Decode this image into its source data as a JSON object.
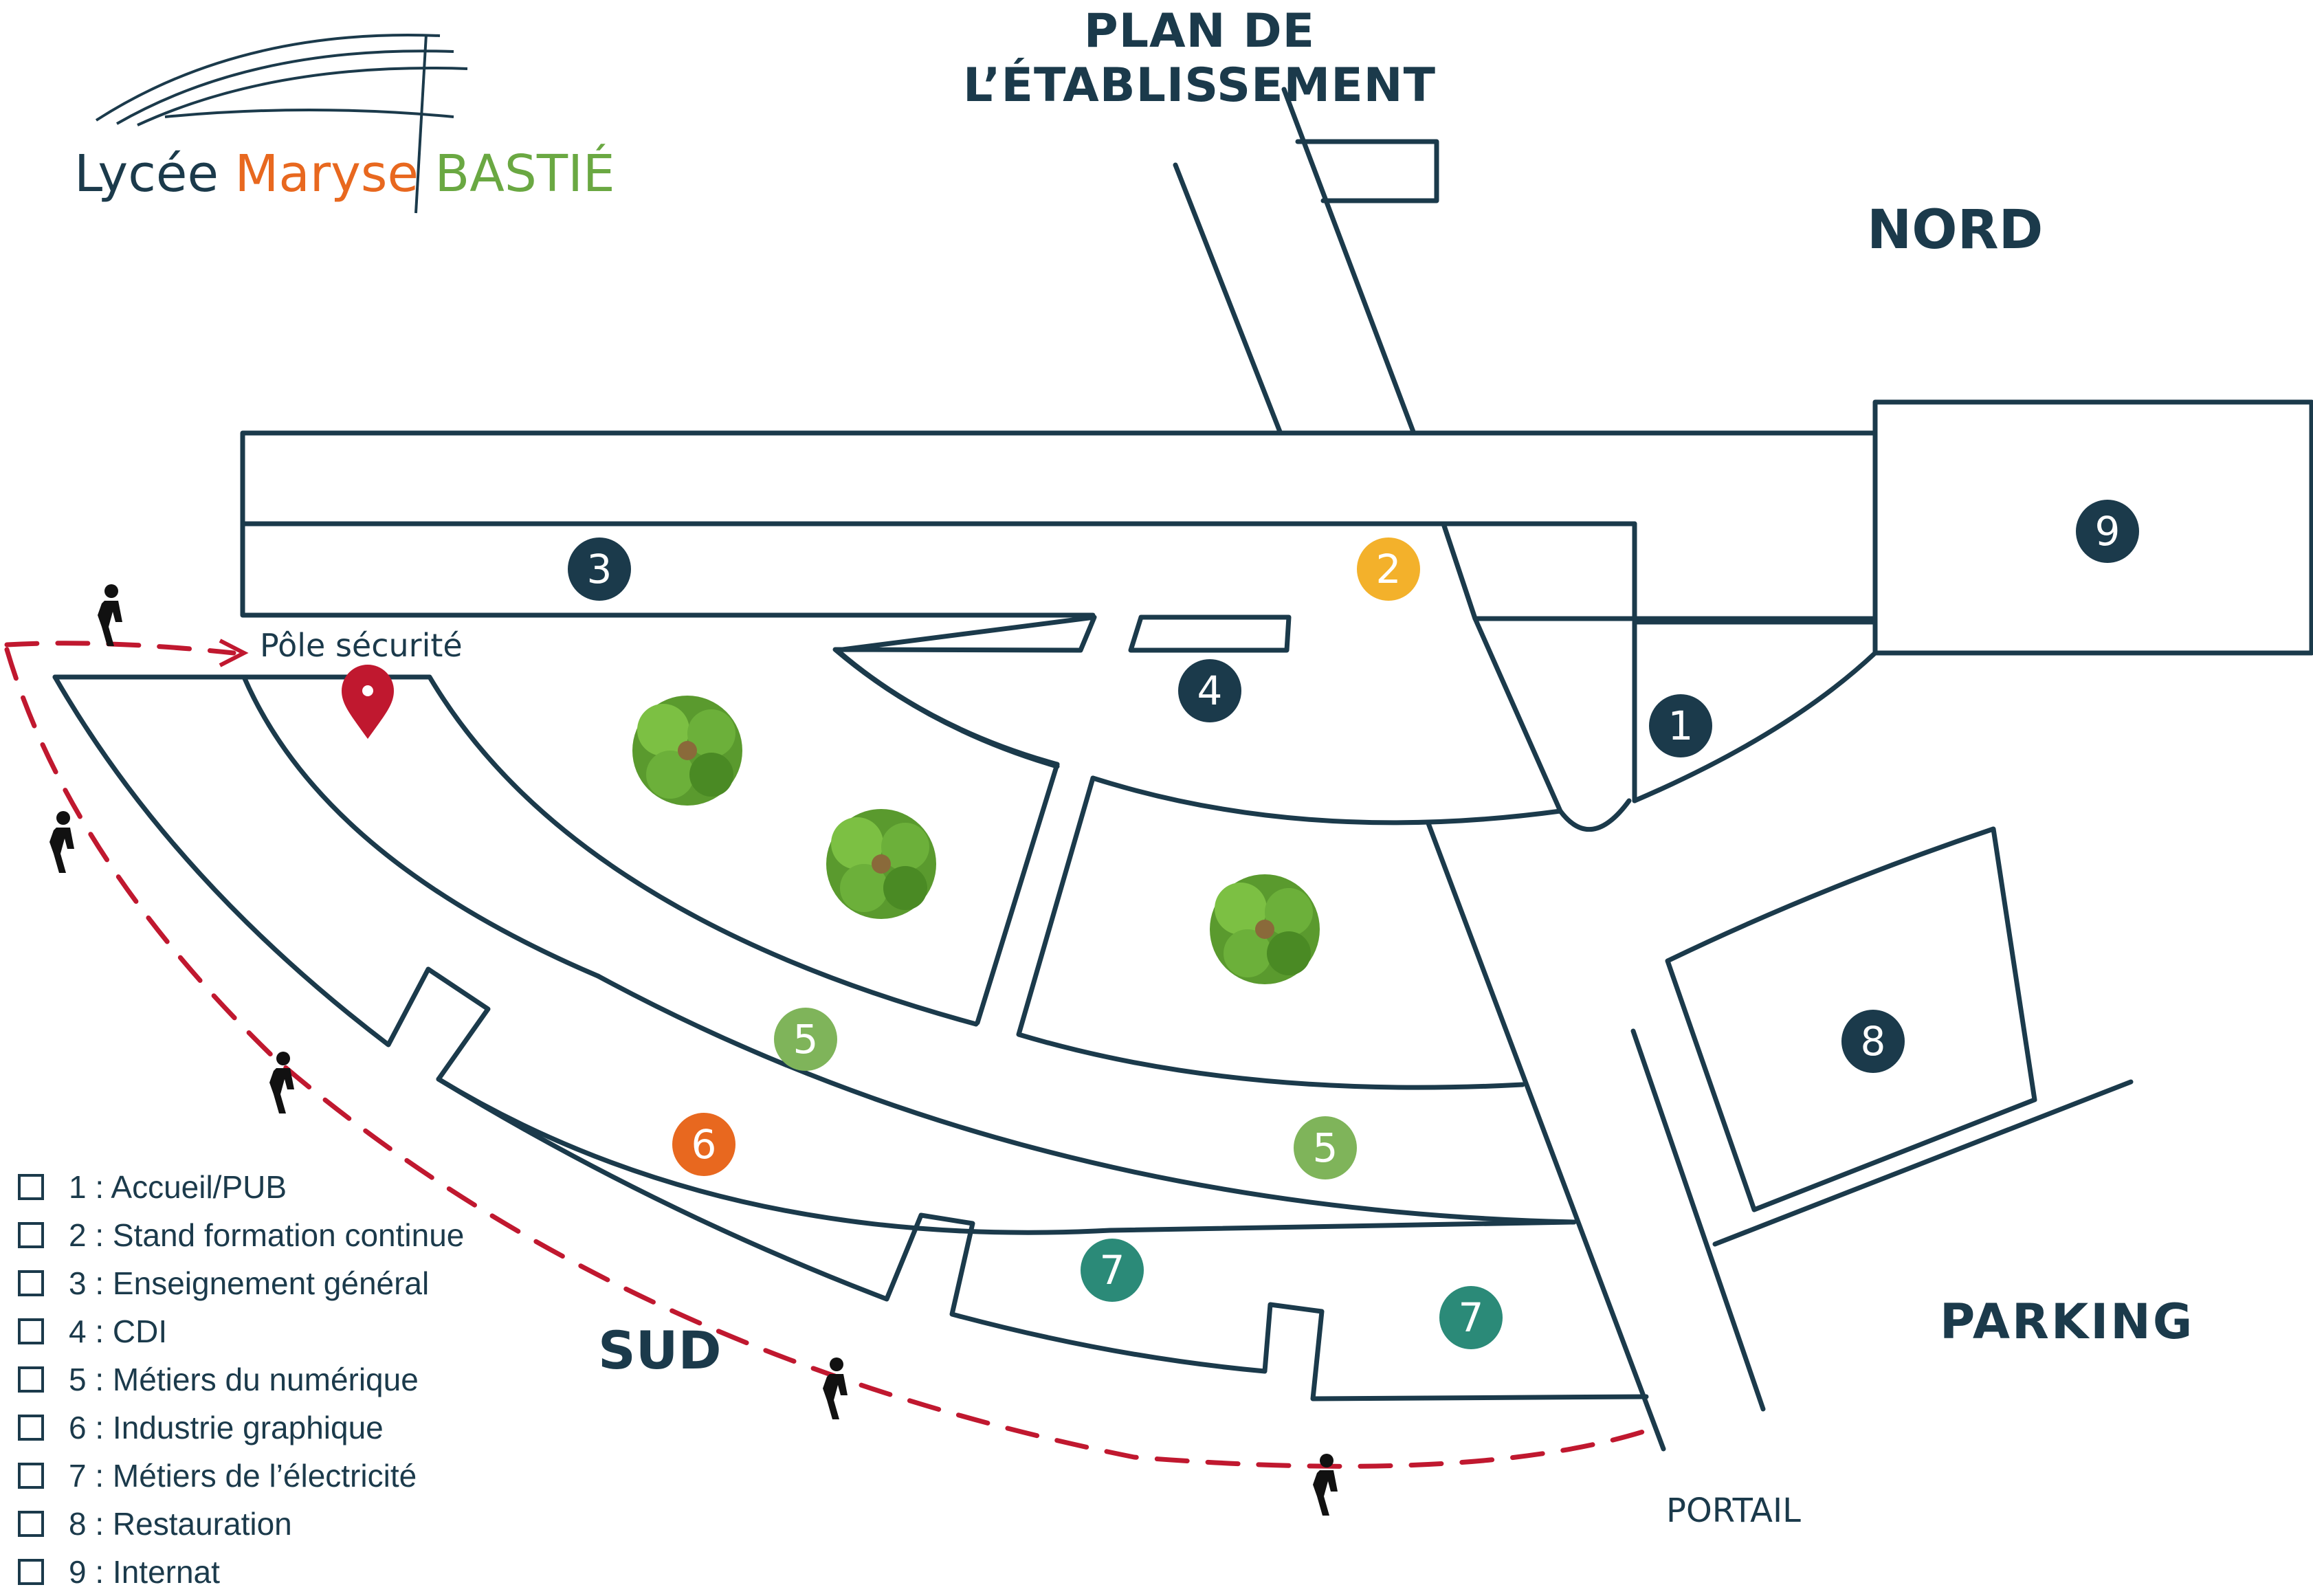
{
  "title": "PLAN DE L’ÉTABLISSEMENT",
  "logo": {
    "part1": "Lycée",
    "part2": "Maryse",
    "part3": "BASTIÉ"
  },
  "compass": {
    "north": "NORD",
    "south": "SUD",
    "parking": "PARKING",
    "gate": "PORTAIL"
  },
  "pin_label": "Pôle sécurité",
  "zones": [
    {
      "number": "1",
      "color": "#1b3a4b"
    },
    {
      "number": "2",
      "color": "#f3b12b"
    },
    {
      "number": "3",
      "color": "#1b3a4b"
    },
    {
      "number": "4",
      "color": "#1b3a4b"
    },
    {
      "number": "5",
      "color": "#7fb45a"
    },
    {
      "number": "5",
      "color": "#7fb45a"
    },
    {
      "number": "6",
      "color": "#e8681f"
    },
    {
      "number": "7",
      "color": "#2b8a78"
    },
    {
      "number": "7",
      "color": "#2b8a78"
    },
    {
      "number": "8",
      "color": "#1b3a4b"
    },
    {
      "number": "9",
      "color": "#1b3a4b"
    }
  ],
  "legend": [
    {
      "label": "1  : Accueil/PUB"
    },
    {
      "label": "2 : Stand formation continue"
    },
    {
      "label": "3  : Enseignement général"
    },
    {
      "label": "4  : CDI"
    },
    {
      "label": "5 : Métiers du numérique"
    },
    {
      "label": "6 : Industrie graphique"
    },
    {
      "label": "7 : Métiers de l’électricité"
    },
    {
      "label": "8 : Restauration"
    },
    {
      "label": "9 : Internat"
    }
  ],
  "colors": {
    "outline": "#1b3a4b",
    "path": "#c0182f",
    "tree": "#5a9a2e",
    "pin": "#c0182f"
  },
  "icons": {
    "walker": "pedestrian-icon",
    "pin": "location-pin-icon",
    "tree": "tree-icon"
  }
}
